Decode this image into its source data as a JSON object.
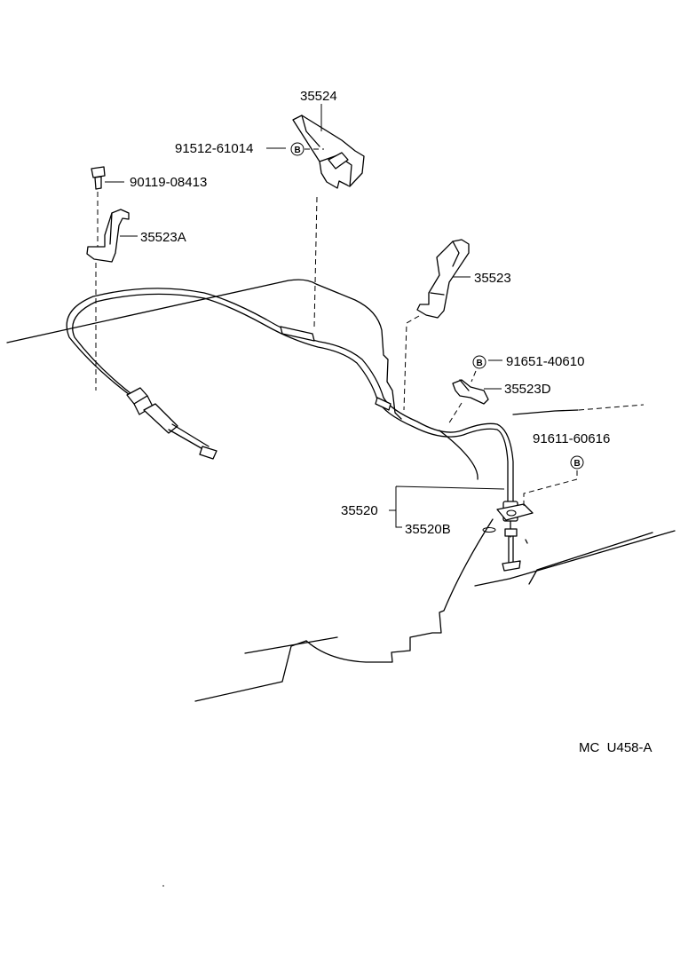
{
  "labels": {
    "p35524": "35524",
    "p91512": "91512-61014",
    "p90119": "90119-08413",
    "p35523A": "35523A",
    "p35523": "35523",
    "p91651": "91651-40610",
    "p35523D": "35523D",
    "p91611": "91611-60616",
    "p35520": "35520",
    "p35520B": "35520B"
  },
  "washer_mark": "B",
  "reference_code": "MC  U458-A"
}
